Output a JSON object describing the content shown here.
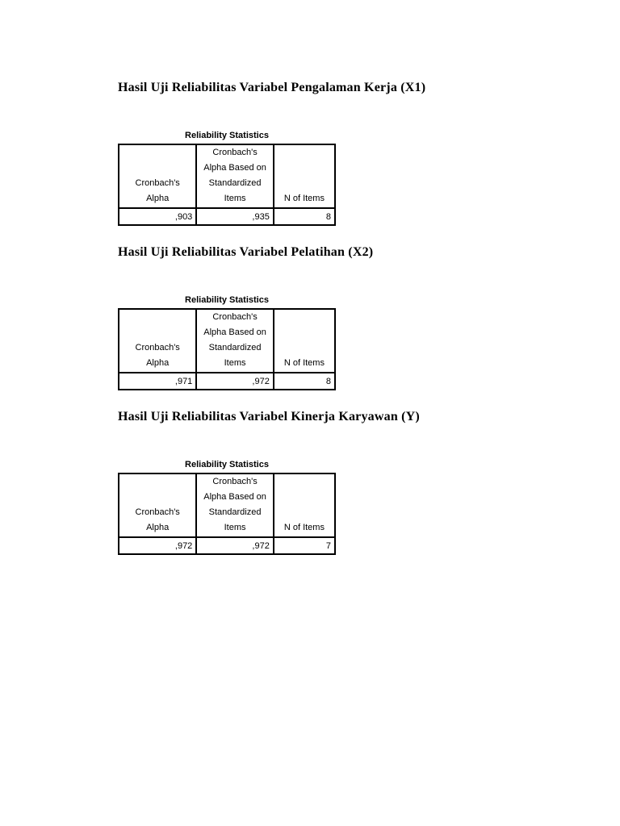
{
  "page": {
    "background": "#ffffff",
    "text_color": "#000000",
    "border_color": "#000000"
  },
  "sections": [
    {
      "heading": "Hasil Uji Reliabilitas Variabel Pengalaman Kerja (X1)",
      "table": {
        "title": "Reliability Statistics",
        "headers": [
          "Cronbach's\nAlpha",
          "Cronbach's\nAlpha Based on\nStandardized\nItems",
          "N of Items"
        ],
        "values": [
          ",903",
          ",935",
          "8"
        ]
      }
    },
    {
      "heading": "Hasil Uji Reliabilitas Variabel Pelatihan (X2)",
      "table": {
        "title": "Reliability Statistics",
        "headers": [
          "Cronbach's\nAlpha",
          "Cronbach's\nAlpha Based on\nStandardized\nItems",
          "N of Items"
        ],
        "values": [
          ",971",
          ",972",
          "8"
        ]
      }
    },
    {
      "heading": "Hasil Uji Reliabilitas Variabel Kinerja Karyawan (Y)",
      "table": {
        "title": "Reliability Statistics",
        "headers": [
          "Cronbach's\nAlpha",
          "Cronbach's\nAlpha Based on\nStandardized\nItems",
          "N of Items"
        ],
        "values": [
          ",972",
          ",972",
          "7"
        ]
      }
    }
  ]
}
